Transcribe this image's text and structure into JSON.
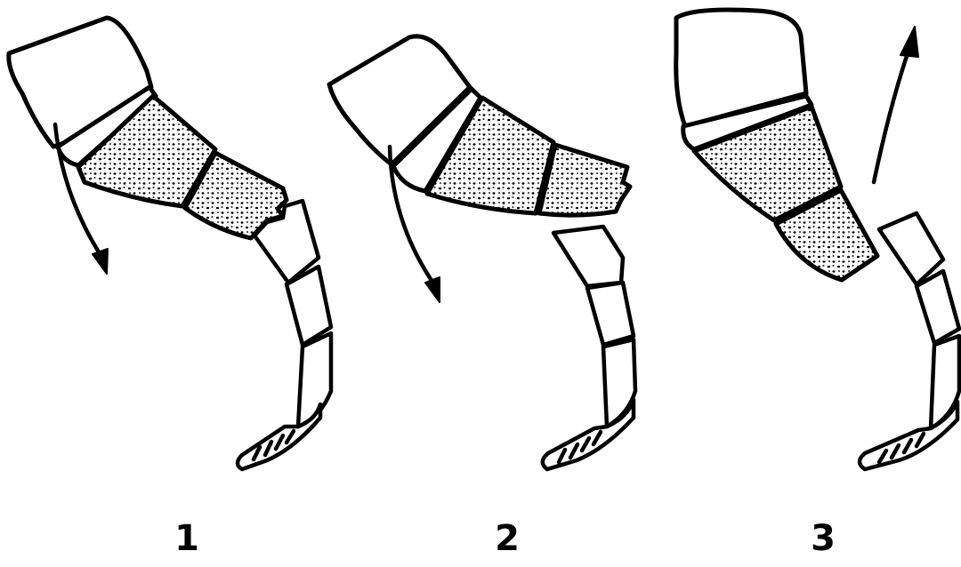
{
  "diagram": {
    "stages": [
      {
        "label": "1",
        "arrow_direction": "down"
      },
      {
        "label": "2",
        "arrow_direction": "down"
      },
      {
        "label": "3",
        "arrow_direction": "up"
      }
    ],
    "colors": {
      "line": "#000000",
      "background": "#ffffff",
      "stipple": "#000000"
    }
  }
}
